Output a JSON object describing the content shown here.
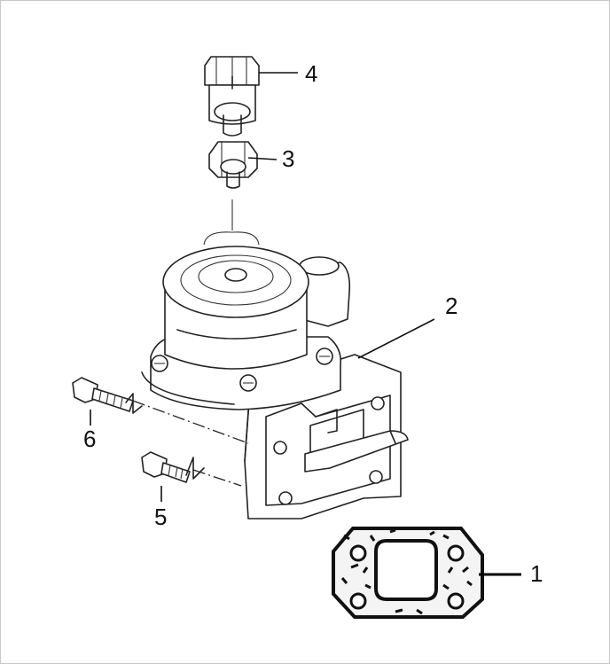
{
  "callouts": [
    {
      "id": "1",
      "label": "1",
      "part": "gasket"
    },
    {
      "id": "2",
      "label": "2",
      "part": "pump-body"
    },
    {
      "id": "3",
      "label": "3",
      "part": "fitting-nut"
    },
    {
      "id": "4",
      "label": "4",
      "part": "fitting-connector"
    },
    {
      "id": "5",
      "label": "5",
      "part": "bolt-lower"
    },
    {
      "id": "6",
      "label": "6",
      "part": "bolt-upper"
    }
  ],
  "colors": {
    "line": "#222222",
    "background": "#ffffff",
    "frame": "#c8c8c8"
  }
}
